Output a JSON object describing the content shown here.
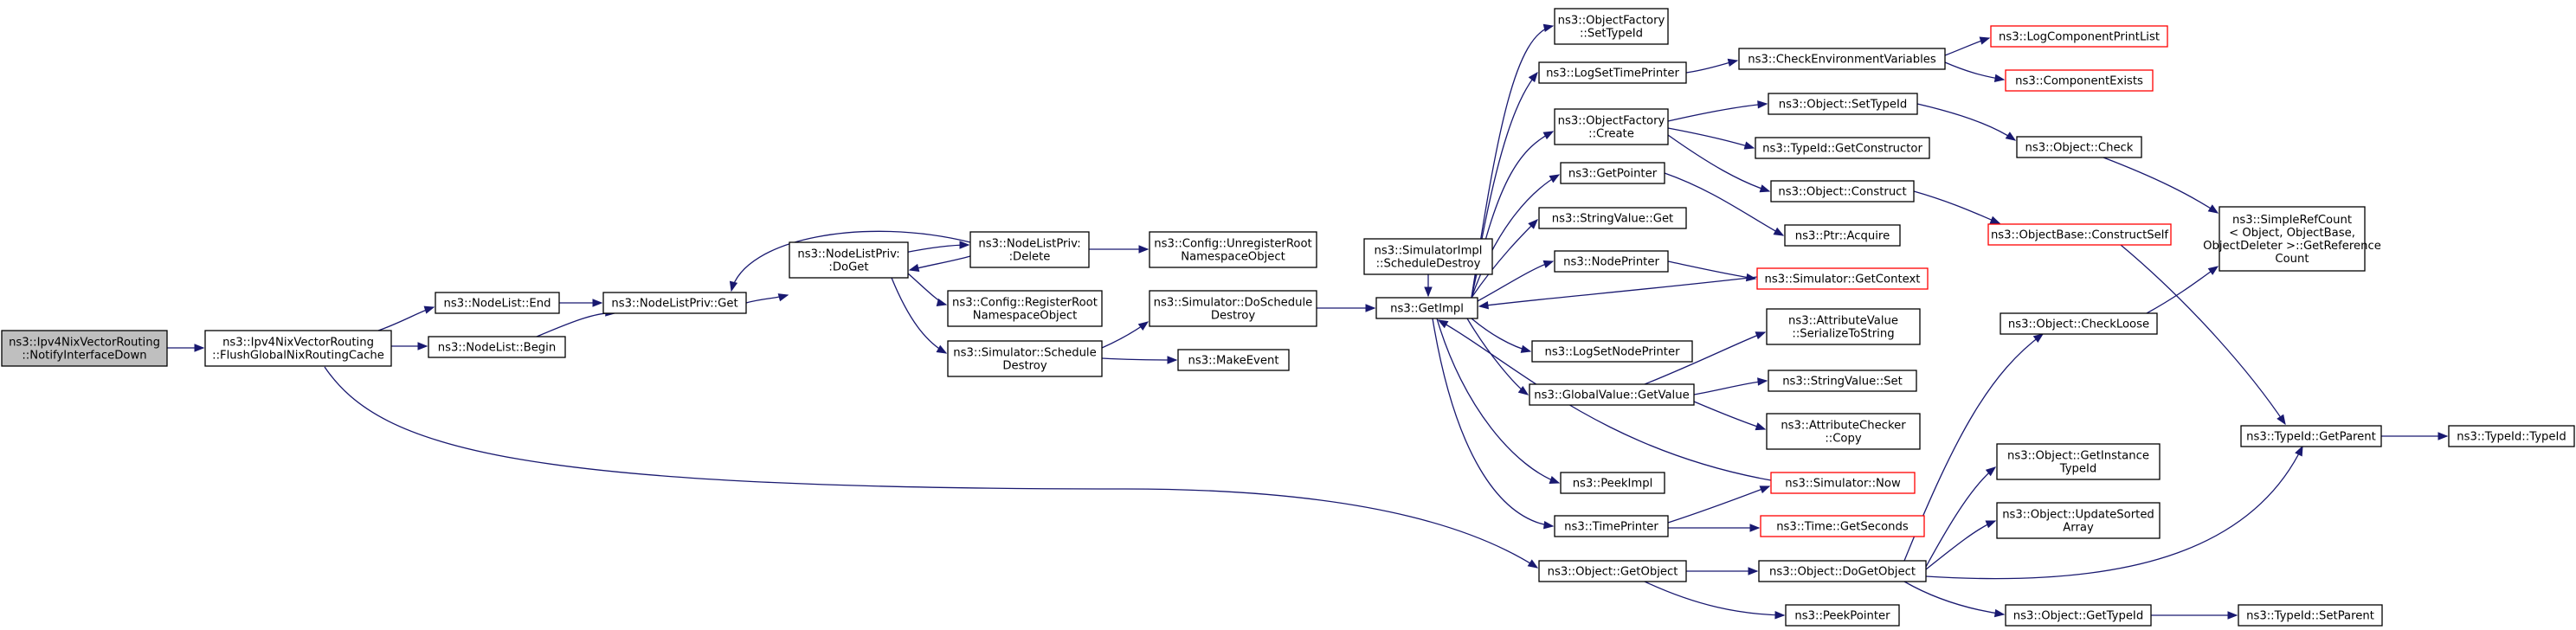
{
  "colors": {
    "edge": "#191970",
    "link_border": "#000000",
    "undocumented_border": "#ff0000",
    "current_fill": "#bfbfbf"
  },
  "nodes": [
    {
      "id": "n0",
      "lines": [
        "ns3::Ipv4NixVectorRouting",
        "::NotifyInterfaceDown"
      ],
      "style": "current"
    },
    {
      "id": "n1",
      "lines": [
        "ns3::Ipv4NixVectorRouting",
        "::FlushGlobalNixRoutingCache"
      ],
      "style": "plain"
    },
    {
      "id": "n2",
      "lines": [
        "ns3::NodeList::End"
      ],
      "style": "plain"
    },
    {
      "id": "n3",
      "lines": [
        "ns3::NodeList::Begin"
      ],
      "style": "plain"
    },
    {
      "id": "n4",
      "lines": [
        "ns3::NodeListPriv::Get"
      ],
      "style": "plain"
    },
    {
      "id": "n5",
      "lines": [
        "ns3::NodeListPriv:",
        ":DoGet"
      ],
      "style": "plain"
    },
    {
      "id": "n6",
      "lines": [
        "ns3::NodeListPriv:",
        ":Delete"
      ],
      "style": "plain"
    },
    {
      "id": "n7",
      "lines": [
        "ns3::Config::RegisterRoot",
        "NamespaceObject"
      ],
      "style": "plain"
    },
    {
      "id": "n8",
      "lines": [
        "ns3::Simulator::Schedule",
        "Destroy"
      ],
      "style": "plain"
    },
    {
      "id": "n9",
      "lines": [
        "ns3::Config::UnregisterRoot",
        "NamespaceObject"
      ],
      "style": "plain"
    },
    {
      "id": "n10",
      "lines": [
        "ns3::Simulator::DoSchedule",
        "Destroy"
      ],
      "style": "plain"
    },
    {
      "id": "n11",
      "lines": [
        "ns3::MakeEvent"
      ],
      "style": "plain"
    },
    {
      "id": "n12",
      "lines": [
        "ns3::SimulatorImpl",
        "::ScheduleDestroy"
      ],
      "style": "plain"
    },
    {
      "id": "n13",
      "lines": [
        "ns3::GetImpl"
      ],
      "style": "plain"
    },
    {
      "id": "n14",
      "lines": [
        "ns3::ObjectFactory",
        "::SetTypeId"
      ],
      "style": "plain"
    },
    {
      "id": "n15",
      "lines": [
        "ns3::LogSetTimePrinter"
      ],
      "style": "plain"
    },
    {
      "id": "n16",
      "lines": [
        "ns3::ObjectFactory",
        "::Create"
      ],
      "style": "plain"
    },
    {
      "id": "n17",
      "lines": [
        "ns3::GetPointer"
      ],
      "style": "plain"
    },
    {
      "id": "n18",
      "lines": [
        "ns3::StringValue::Get"
      ],
      "style": "plain"
    },
    {
      "id": "n19",
      "lines": [
        "ns3::NodePrinter"
      ],
      "style": "plain"
    },
    {
      "id": "n20",
      "lines": [
        "ns3::LogSetNodePrinter"
      ],
      "style": "plain"
    },
    {
      "id": "n21",
      "lines": [
        "ns3::GlobalValue::GetValue"
      ],
      "style": "plain"
    },
    {
      "id": "n22",
      "lines": [
        "ns3::PeekImpl"
      ],
      "style": "plain"
    },
    {
      "id": "n23",
      "lines": [
        "ns3::TimePrinter"
      ],
      "style": "plain"
    },
    {
      "id": "n24",
      "lines": [
        "ns3::Object::GetObject"
      ],
      "style": "plain"
    },
    {
      "id": "n25",
      "lines": [
        "ns3::CheckEnvironmentVariables"
      ],
      "style": "plain"
    },
    {
      "id": "n26",
      "lines": [
        "ns3::LogComponentPrintList"
      ],
      "style": "red"
    },
    {
      "id": "n27",
      "lines": [
        "ns3::ComponentExists"
      ],
      "style": "red"
    },
    {
      "id": "n28",
      "lines": [
        "ns3::Object::SetTypeId"
      ],
      "style": "plain"
    },
    {
      "id": "n29",
      "lines": [
        "ns3::TypeId::GetConstructor"
      ],
      "style": "plain"
    },
    {
      "id": "n30",
      "lines": [
        "ns3::Object::Construct"
      ],
      "style": "plain"
    },
    {
      "id": "n31",
      "lines": [
        "ns3::Ptr::Acquire"
      ],
      "style": "plain"
    },
    {
      "id": "n32",
      "lines": [
        "ns3::Simulator::GetContext"
      ],
      "style": "red"
    },
    {
      "id": "n33",
      "lines": [
        "ns3::AttributeValue",
        "::SerializeToString"
      ],
      "style": "plain"
    },
    {
      "id": "n34",
      "lines": [
        "ns3::StringValue::Set"
      ],
      "style": "plain"
    },
    {
      "id": "n35",
      "lines": [
        "ns3::AttributeChecker",
        "::Copy"
      ],
      "style": "plain"
    },
    {
      "id": "n36",
      "lines": [
        "ns3::Simulator::Now"
      ],
      "style": "red"
    },
    {
      "id": "n37",
      "lines": [
        "ns3::Time::GetSeconds"
      ],
      "style": "red"
    },
    {
      "id": "n38",
      "lines": [
        "ns3::Object::DoGetObject"
      ],
      "style": "plain"
    },
    {
      "id": "n39",
      "lines": [
        "ns3::PeekPointer"
      ],
      "style": "plain"
    },
    {
      "id": "n40",
      "lines": [
        "ns3::Object::Check"
      ],
      "style": "plain"
    },
    {
      "id": "n41",
      "lines": [
        "ns3::ObjectBase::ConstructSelf"
      ],
      "style": "red"
    },
    {
      "id": "n42",
      "lines": [
        "ns3::Object::CheckLoose"
      ],
      "style": "plain"
    },
    {
      "id": "n43",
      "lines": [
        "ns3::Object::GetInstance",
        "TypeId"
      ],
      "style": "plain"
    },
    {
      "id": "n44",
      "lines": [
        "ns3::Object::UpdateSorted",
        "Array"
      ],
      "style": "plain"
    },
    {
      "id": "n45",
      "lines": [
        "ns3::Object::GetTypeId"
      ],
      "style": "plain"
    },
    {
      "id": "n46",
      "lines": [
        "ns3::SimpleRefCount",
        "< Object, ObjectBase,",
        "ObjectDeleter >::GetReference",
        "Count"
      ],
      "style": "plain"
    },
    {
      "id": "n47",
      "lines": [
        "ns3::TypeId::GetParent"
      ],
      "style": "plain"
    },
    {
      "id": "n48",
      "lines": [
        "ns3::TypeId::TypeId"
      ],
      "style": "plain"
    },
    {
      "id": "n49",
      "lines": [
        "ns3::TypeId::SetParent"
      ],
      "style": "plain"
    }
  ]
}
